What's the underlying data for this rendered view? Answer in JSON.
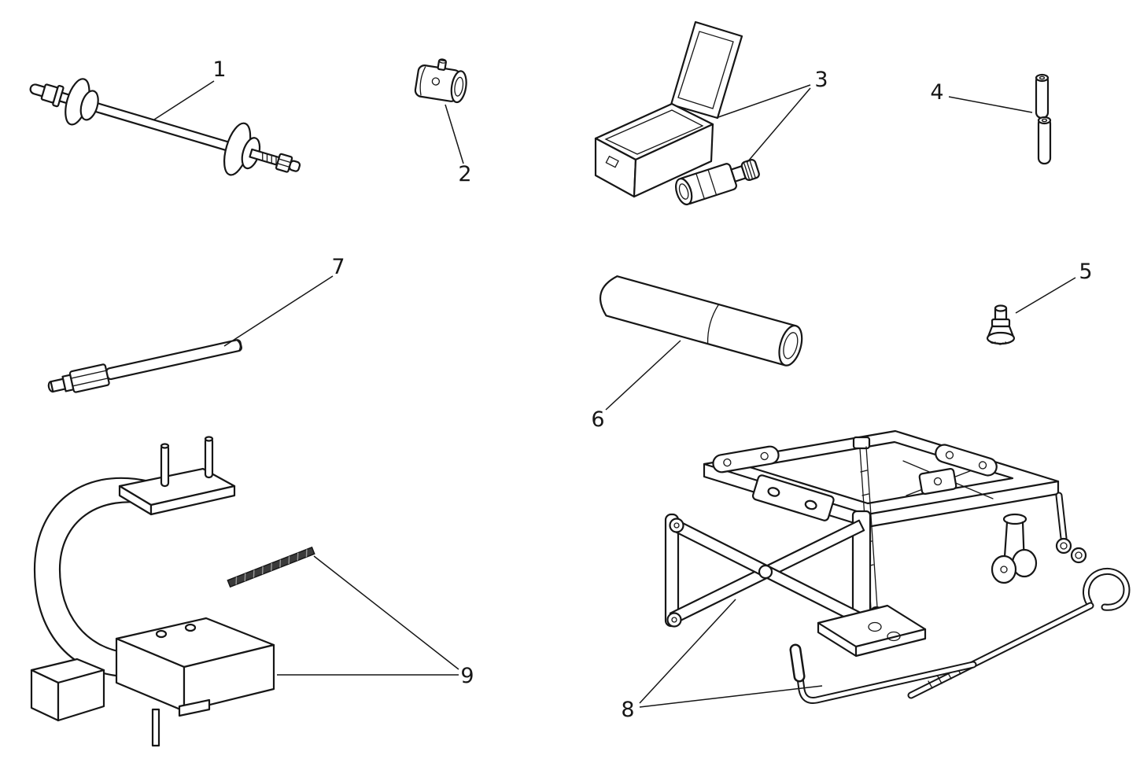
{
  "page": {
    "background": "#ffffff",
    "line_color": "#161616"
  },
  "colors": {
    "pin_fill": "#3a3a3a"
  },
  "diagram": {
    "kind": "workshop-service-tools-parts-diagram",
    "callouts": [
      {
        "label": "1",
        "part": "axle-puller-with-discs"
      },
      {
        "label": "2",
        "part": "spacer-sleeve"
      },
      {
        "label": "3",
        "part": "toolbox-with-fitting"
      },
      {
        "label": "4",
        "part": "pin-pair"
      },
      {
        "label": "5",
        "part": "valve-driver"
      },
      {
        "label": "6",
        "part": "roller-tube"
      },
      {
        "label": "7",
        "part": "punch-rod"
      },
      {
        "label": "8",
        "part": "scissor-lift-trolley"
      },
      {
        "label": "9",
        "part": "c-frame-press-with-pin"
      }
    ]
  }
}
